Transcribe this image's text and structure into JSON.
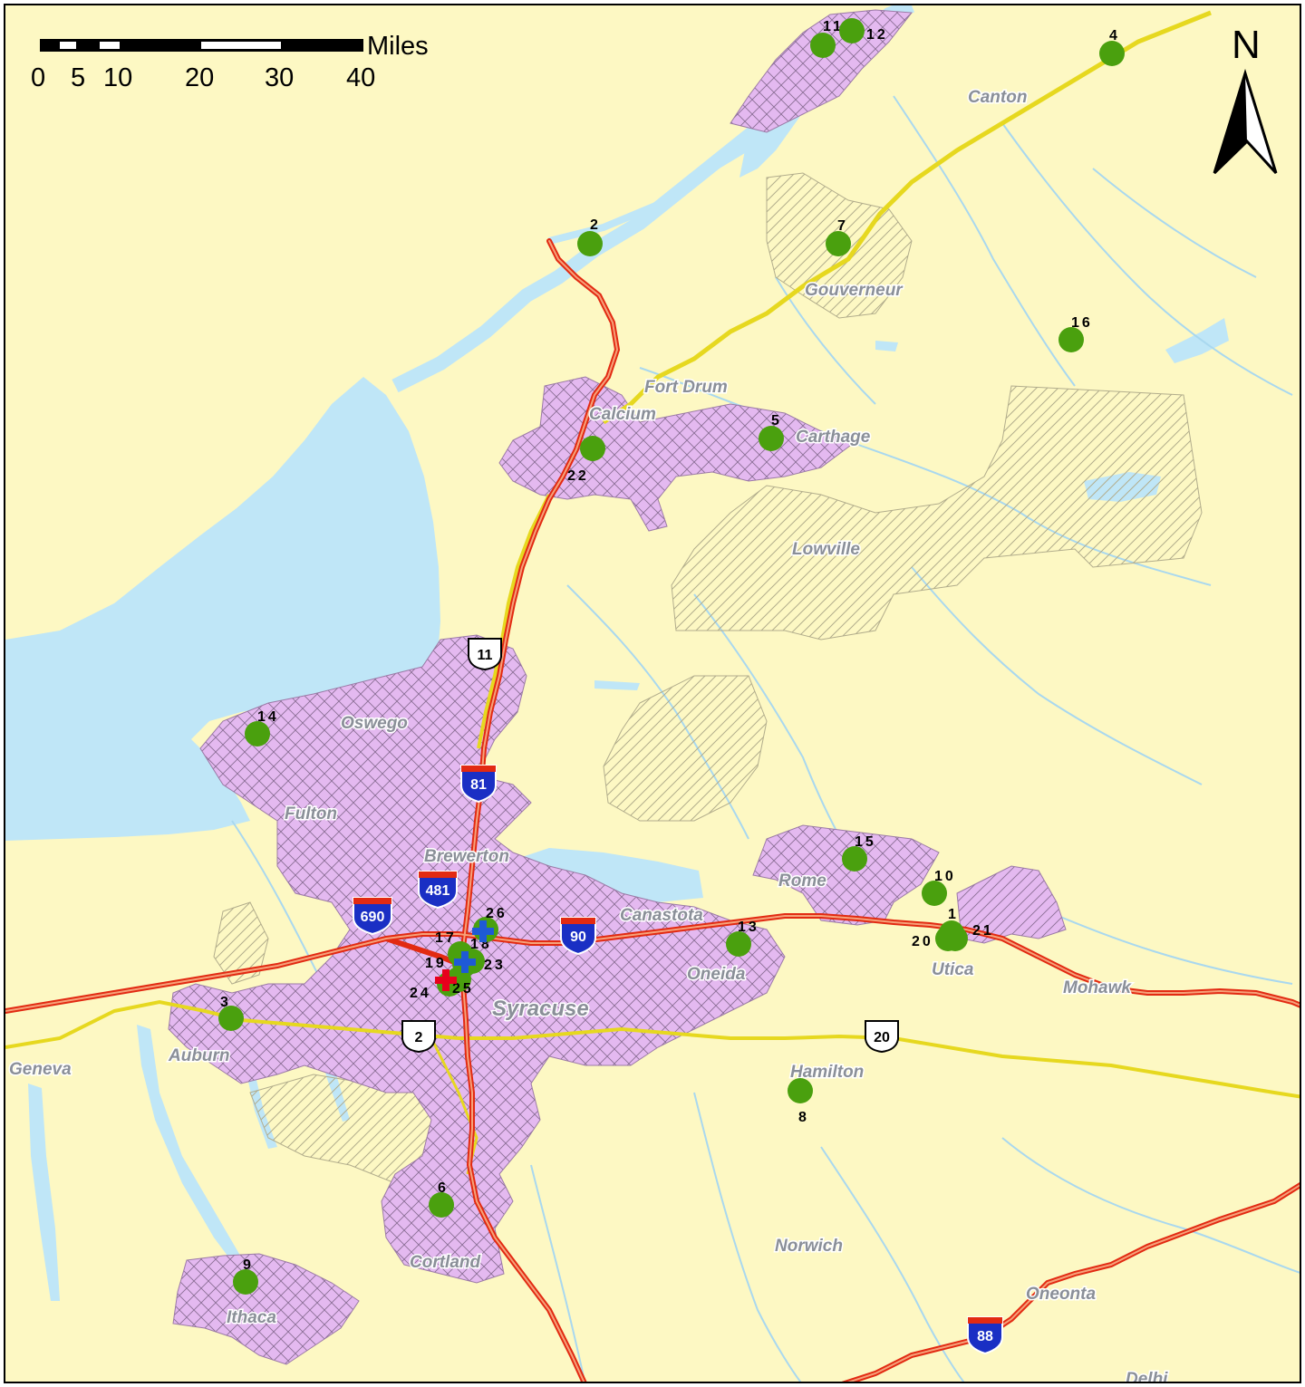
{
  "colors": {
    "land": "#fdf8c3",
    "water": "#bfe6f7",
    "river": "#a9d8ef",
    "urban_fill": "#e4b9f0",
    "forest_hatch": "#b2ad8c",
    "site": "#4aa00e",
    "interstate_red": "#e22a12",
    "interstate_blue": "#1a2fc4",
    "us_route_yellow": "#e6d81f",
    "cross_red": "#e8001c",
    "cross_blue": "#1e5ad6",
    "label_gray": "#8a8f98"
  },
  "scale_bar": {
    "unit": "Miles",
    "ticks": [
      "0",
      "5",
      "10",
      "20",
      "30",
      "40"
    ]
  },
  "north_arrow": {
    "label": "N"
  },
  "places": [
    {
      "id": "canton",
      "name": "Canton"
    },
    {
      "id": "gouverneur",
      "name": "Gouverneur"
    },
    {
      "id": "fort-drum",
      "name": "Fort Drum"
    },
    {
      "id": "calcium",
      "name": "Calcium"
    },
    {
      "id": "carthage",
      "name": "Carthage"
    },
    {
      "id": "lowville",
      "name": "Lowville"
    },
    {
      "id": "oswego",
      "name": "Oswego"
    },
    {
      "id": "fulton",
      "name": "Fulton"
    },
    {
      "id": "brewerton",
      "name": "Brewerton"
    },
    {
      "id": "rome",
      "name": "Rome"
    },
    {
      "id": "canastota",
      "name": "Canastota"
    },
    {
      "id": "oneida",
      "name": "Oneida"
    },
    {
      "id": "utica",
      "name": "Utica"
    },
    {
      "id": "mohawk",
      "name": "Mohawk"
    },
    {
      "id": "syracuse",
      "name": "Syracuse"
    },
    {
      "id": "geneva",
      "name": "Geneva"
    },
    {
      "id": "auburn",
      "name": "Auburn"
    },
    {
      "id": "hamilton",
      "name": "Hamilton"
    },
    {
      "id": "cortland",
      "name": "Cortland"
    },
    {
      "id": "norwich",
      "name": "Norwich"
    },
    {
      "id": "ithaca",
      "name": "Ithaca"
    },
    {
      "id": "oneonta",
      "name": "Oneonta"
    },
    {
      "id": "delhi",
      "name": "Delhi"
    }
  ],
  "route_shields": [
    {
      "id": "i81",
      "label": "81",
      "kind": "interstate"
    },
    {
      "id": "i481",
      "label": "481",
      "kind": "interstate"
    },
    {
      "id": "i690",
      "label": "690",
      "kind": "interstate"
    },
    {
      "id": "i90",
      "label": "90",
      "kind": "interstate"
    },
    {
      "id": "i88",
      "label": "88",
      "kind": "interstate"
    },
    {
      "id": "us11",
      "label": "11",
      "kind": "us"
    },
    {
      "id": "us20",
      "label": "20",
      "kind": "us"
    },
    {
      "id": "us2",
      "label": "2",
      "kind": "us"
    }
  ],
  "sites": [
    {
      "id": "s1",
      "label": "1"
    },
    {
      "id": "s2",
      "label": "2"
    },
    {
      "id": "s3",
      "label": "3"
    },
    {
      "id": "s4",
      "label": "4"
    },
    {
      "id": "s5",
      "label": "5"
    },
    {
      "id": "s6",
      "label": "6"
    },
    {
      "id": "s7",
      "label": "7"
    },
    {
      "id": "s8",
      "label": "8"
    },
    {
      "id": "s9",
      "label": "9"
    },
    {
      "id": "s10",
      "label": "10"
    },
    {
      "id": "s11",
      "label": "11"
    },
    {
      "id": "s12",
      "label": "12"
    },
    {
      "id": "s13",
      "label": "13"
    },
    {
      "id": "s14",
      "label": "14"
    },
    {
      "id": "s15",
      "label": "15"
    },
    {
      "id": "s16",
      "label": "16"
    },
    {
      "id": "s17",
      "label": "17"
    },
    {
      "id": "s18",
      "label": "18"
    },
    {
      "id": "s19",
      "label": "19"
    },
    {
      "id": "s20",
      "label": "20"
    },
    {
      "id": "s21",
      "label": "21"
    },
    {
      "id": "s22",
      "label": "22"
    },
    {
      "id": "s23",
      "label": "23"
    },
    {
      "id": "s24",
      "label": "24"
    },
    {
      "id": "s25",
      "label": "25"
    },
    {
      "id": "s26",
      "label": "26"
    }
  ]
}
